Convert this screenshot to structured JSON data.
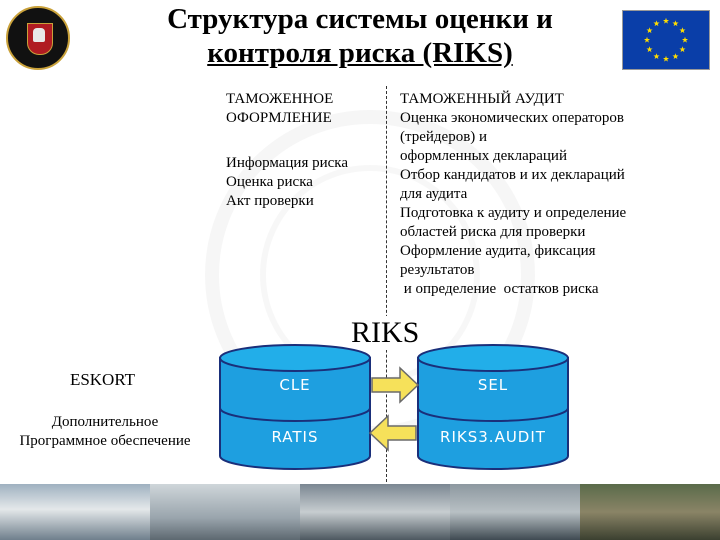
{
  "slide": {
    "title_line1": "Структура системы оценки и",
    "title_line2": "контроля  риска (RIKS)"
  },
  "logos": {
    "left": "customs-emblem",
    "right": "eu-flag"
  },
  "left_column": {
    "heading_line1": "ТАМОЖЕННОЕ",
    "heading_line2": "ОФОРМЛЕНИЕ",
    "items": [
      "Информация риска",
      "Оценка риска",
      "Акт проверки"
    ]
  },
  "right_column": {
    "heading": "ТАМОЖЕННЫЙ АУДИТ",
    "lines": [
      "Оценка экономических операторов",
      "(трейдеров) и",
      "оформленных деклараций",
      "Отбор кандидатов и их деклараций",
      "для аудита",
      "Подготовка к аудиту и определение",
      "областей риска для проверки",
      "Оформление аудита, фиксация",
      "результатов",
      " и определение  остатков риска"
    ]
  },
  "riks_label": "RIKS",
  "side_labels": {
    "eskort": "ESKORT",
    "extra_line1": "Дополнительное",
    "extra_line2": "Программное обеспечение"
  },
  "databases": {
    "left_top": "CLE",
    "left_bottom": "RATIS",
    "right_top": "SEL",
    "right_bottom": "RIKS3.AUDIT"
  },
  "colors": {
    "cylinder_side": "#1e9fe0",
    "cylinder_top": "#22aee9",
    "cylinder_border": "#1a2f7a",
    "arrow_fill": "#f6e15a",
    "arrow_stroke": "#6a6a6a",
    "eu_blue": "#0a3ea8",
    "eu_star": "#ffdd00"
  }
}
